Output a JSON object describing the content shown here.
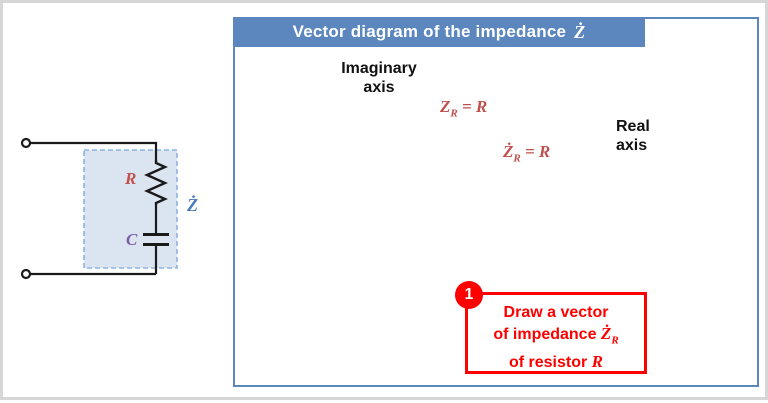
{
  "title": {
    "prefix": "Vector diagram of the impedance",
    "symbol": "Ż"
  },
  "circuit": {
    "resistor_label": "R",
    "capacitor_label": "C",
    "impedance_label": "Ż"
  },
  "axes": {
    "imaginary_line1": "Imaginary",
    "imaginary_line2": "axis",
    "real_line1": "Real",
    "real_line2": "axis"
  },
  "vector": {
    "brace_symbol": "Z",
    "brace_sub": "R",
    "brace_eq": " = R",
    "label_symbol": "Ż",
    "label_sub": "R",
    "label_eq": " = R"
  },
  "callout": {
    "badge": "1",
    "line1": "Draw a vector",
    "line2_text": "of impedance ",
    "line2_symbol": "Ż",
    "line2_sub": "R",
    "line3_text": "of resistor ",
    "line3_symbol": "R"
  },
  "colors": {
    "panel_border": "#5b87be",
    "title_bg": "#5b87be",
    "title_text": "#ffffff",
    "vector_red": "#c0504d",
    "brace_red": "#cc7f7c",
    "callout_red": "#fe0000",
    "impedance_box_fill": "#dbe5f1",
    "impedance_box_border": "#8db3e2",
    "resistor_label_color": "#c0504d",
    "capacitor_label_color": "#7c5ca6",
    "impedance_label_color": "#4a7ebb",
    "axis_color": "#1a1a1a",
    "frame_border": "#d6d6d6"
  }
}
